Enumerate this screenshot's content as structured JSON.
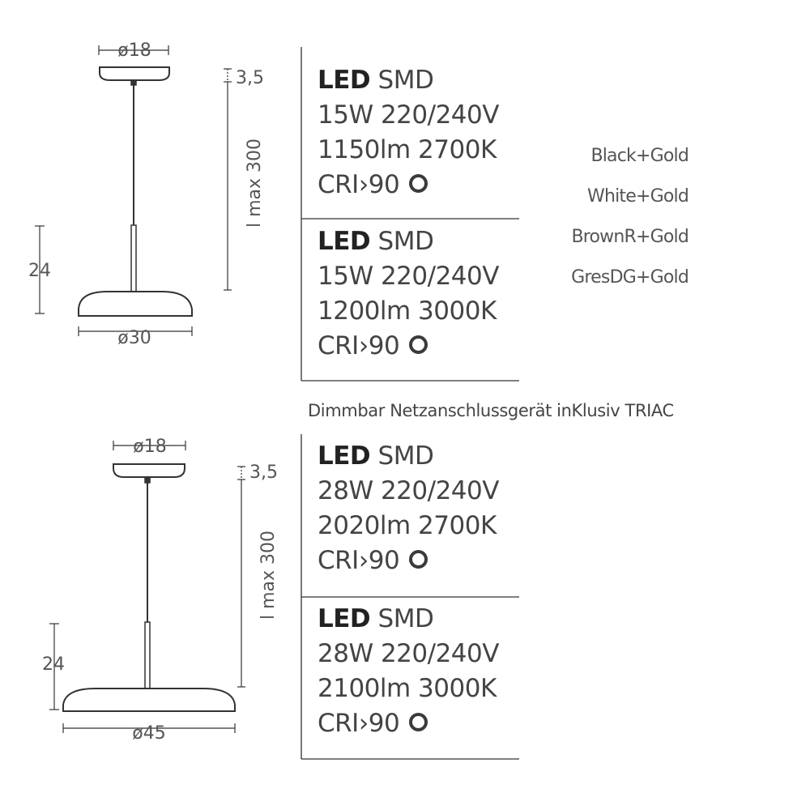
{
  "top_lamp": {
    "canopy_dim": "ø18",
    "canopy_height_dim": "3,5",
    "cable_length_dim": "l max 300",
    "shade_height_dim": "24",
    "shade_dim": "ø30"
  },
  "bottom_lamp": {
    "canopy_dim": "ø18",
    "canopy_height_dim": "3,5",
    "cable_length_dim": "l max 300",
    "shade_height_dim": "24",
    "shade_dim": "ø45"
  },
  "specs_top": [
    {
      "led": "LED",
      "type": "SMD",
      "power": "15W 220/240V",
      "lumen": "1150lm 2700K",
      "cri": "CRI›90"
    },
    {
      "led": "LED",
      "type": "SMD",
      "power": "15W 220/240V",
      "lumen": "1200lm 3000K",
      "cri": "CRI›90"
    }
  ],
  "specs_bottom": [
    {
      "led": "LED",
      "type": "SMD",
      "power": "28W 220/240V",
      "lumen": "2020lm 2700K",
      "cri": "CRI›90"
    },
    {
      "led": "LED",
      "type": "SMD",
      "power": "28W 220/240V",
      "lumen": "2100lm 3000K",
      "cri": "CRI›90"
    }
  ],
  "colors": [
    "Black+Gold",
    "White+Gold",
    "BrownR+Gold",
    "GresDG+Gold"
  ],
  "note": "Dimmbar Netzanschlussgerät inKlusiv TRIAC",
  "style": {
    "line_color": "#333333",
    "text_color": "#444444"
  }
}
